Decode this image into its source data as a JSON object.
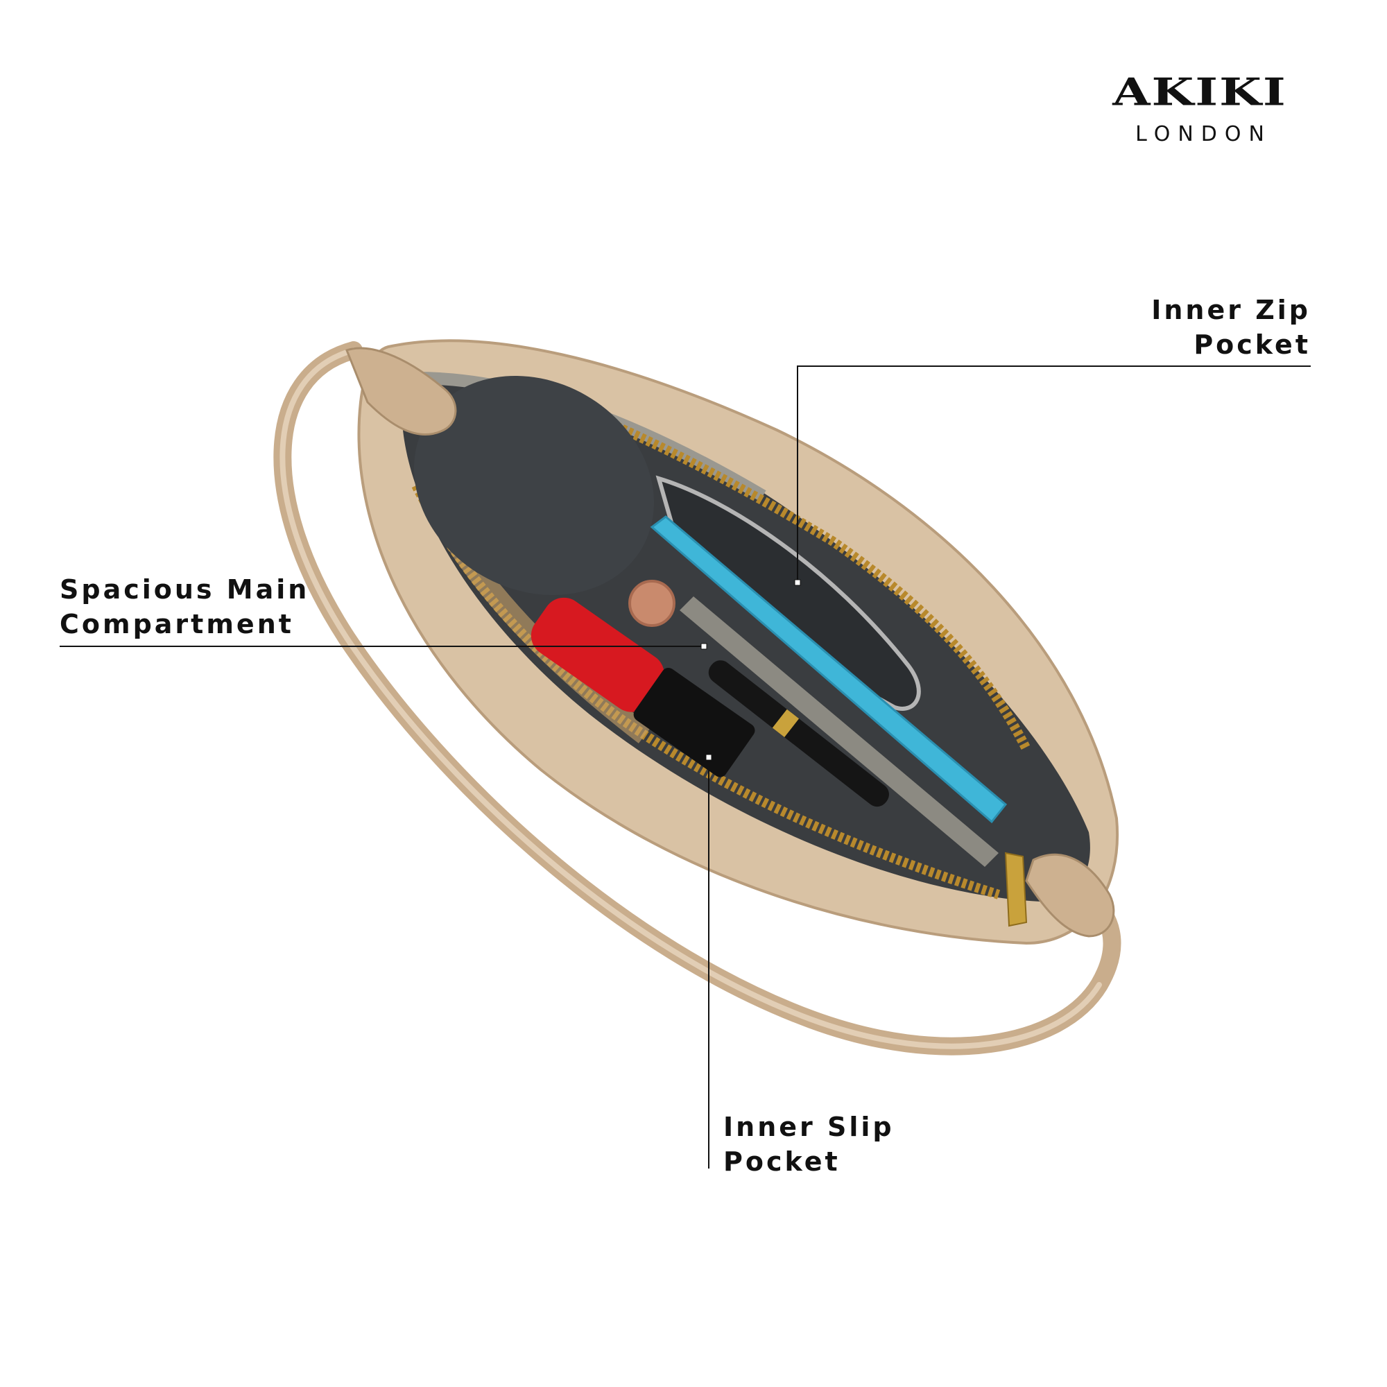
{
  "brand": {
    "name": "AKIKI",
    "city": "LONDON"
  },
  "callouts": {
    "inner_zip_pocket": [
      "Inner Zip",
      "Pocket"
    ],
    "main_compartment": [
      "Spacious Main",
      "Compartment"
    ],
    "inner_slip_pocket": [
      "Inner Slip",
      "Pocket"
    ]
  },
  "colors": {
    "bag_leather": "#d6bea0",
    "bag_highlight": "#efe2cf",
    "lining": "#8a8a84",
    "zipper": "#b8892c",
    "lipstick": "#d71920",
    "phone": "#3fb6d8",
    "compact": "#3e4246"
  }
}
